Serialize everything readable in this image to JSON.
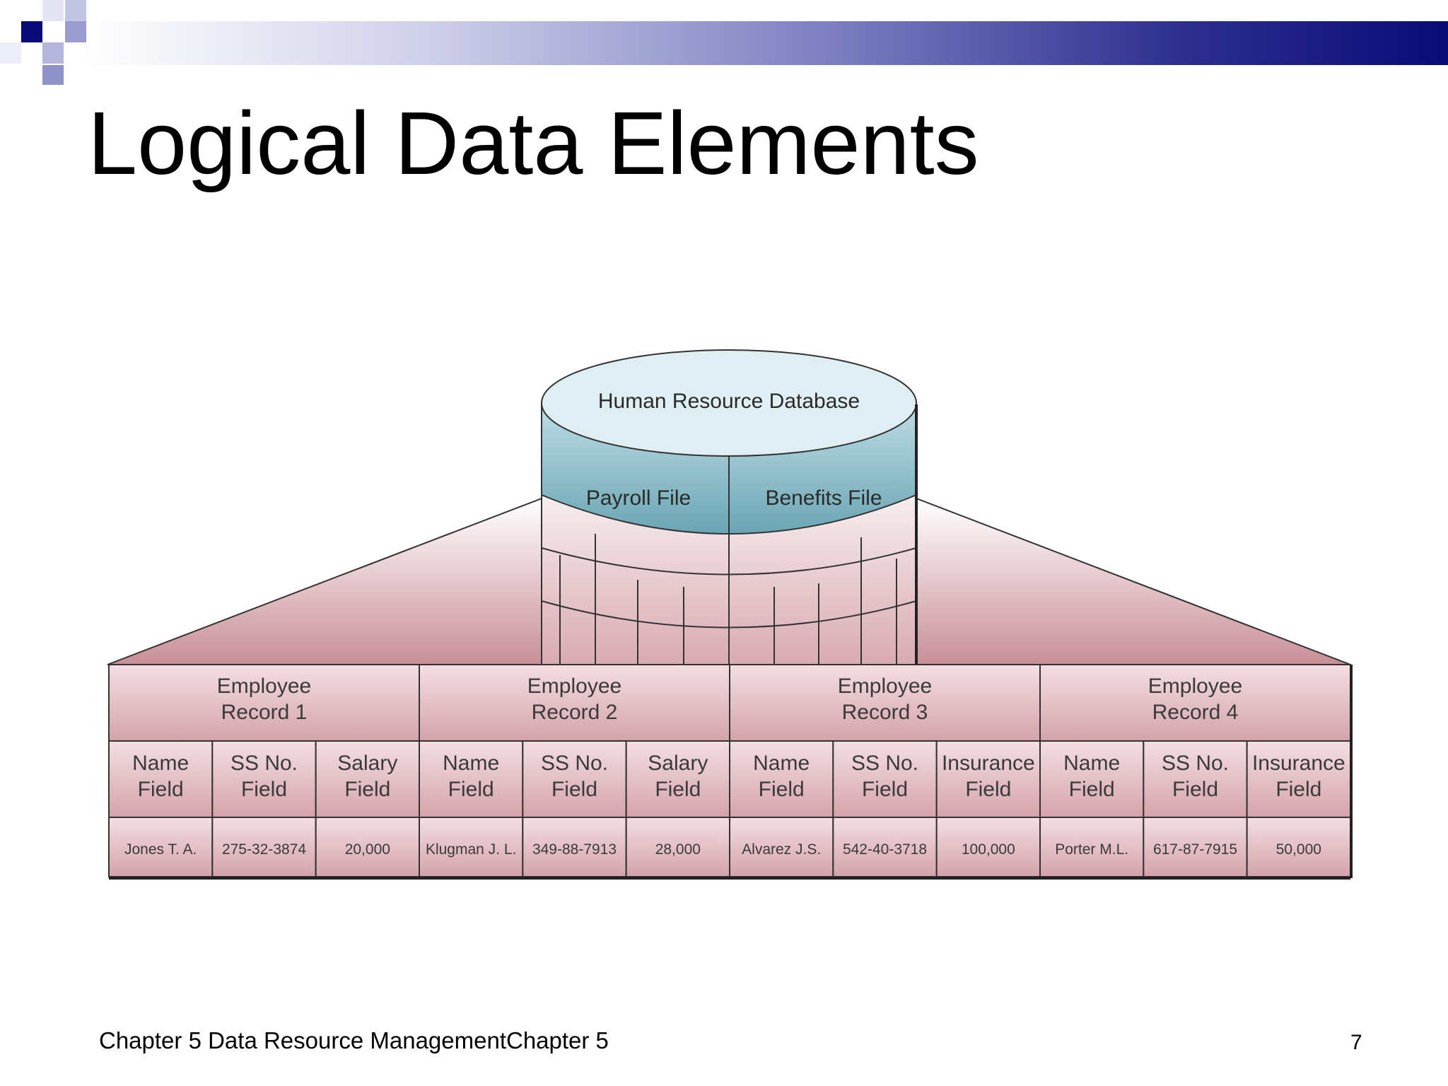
{
  "slide": {
    "title": "Logical Data Elements",
    "footer": "Chapter 5 Data Resource ManagementChapter 5",
    "page_number": "7"
  },
  "database": {
    "label": "Human Resource Database",
    "files": [
      "Payroll File",
      "Benefits File"
    ]
  },
  "records": [
    {
      "line1": "Employee",
      "line2": "Record 1",
      "fields": [
        {
          "line1": "Name",
          "line2": "Field",
          "value": "Jones T. A."
        },
        {
          "line1": "SS No.",
          "line2": "Field",
          "value": "275-32-3874"
        },
        {
          "line1": "Salary",
          "line2": "Field",
          "value": "20,000"
        }
      ]
    },
    {
      "line1": "Employee",
      "line2": "Record 2",
      "fields": [
        {
          "line1": "Name",
          "line2": "Field",
          "value": "Klugman J. L."
        },
        {
          "line1": "SS No.",
          "line2": "Field",
          "value": "349-88-7913"
        },
        {
          "line1": "Salary",
          "line2": "Field",
          "value": "28,000"
        }
      ]
    },
    {
      "line1": "Employee",
      "line2": "Record 3",
      "fields": [
        {
          "line1": "Name",
          "line2": "Field",
          "value": "Alvarez J.S."
        },
        {
          "line1": "SS No.",
          "line2": "Field",
          "value": "542-40-3718"
        },
        {
          "line1": "Insurance",
          "line2": "Field",
          "value": "100,000"
        }
      ]
    },
    {
      "line1": "Employee",
      "line2": "Record 4",
      "fields": [
        {
          "line1": "Name",
          "line2": "Field",
          "value": "Porter M.L."
        },
        {
          "line1": "SS No.",
          "line2": "Field",
          "value": "617-87-7915"
        },
        {
          "line1": "Insurance",
          "line2": "Field",
          "value": "50,000"
        }
      ]
    }
  ],
  "colors": {
    "header_bar_dark": "#0a0a78",
    "cylinder_top": "#a8d0da",
    "pink_fill": "#e6bcc2",
    "pink_dark": "#c9919b"
  }
}
